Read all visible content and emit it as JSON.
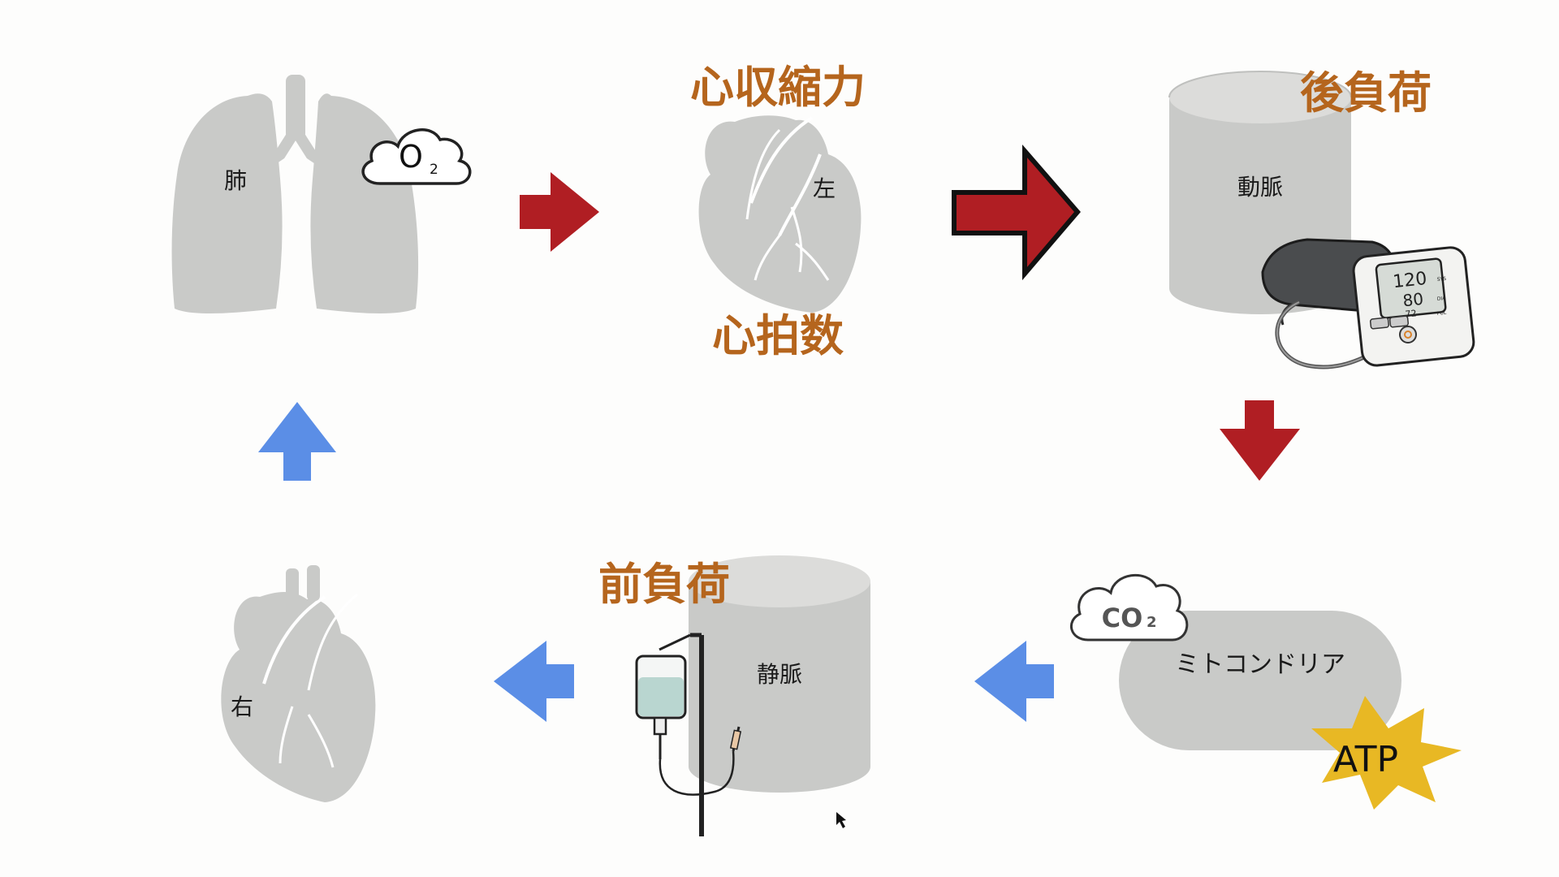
{
  "colors": {
    "organ": "#c9cac8",
    "vessel_line": "#ffffff",
    "red_arrow": "#b01e23",
    "blue_arrow": "#5b8ee6",
    "orange_text": "#b5651d",
    "label_text": "#1a1a1a",
    "atp_star": "#e8b824"
  },
  "icons": {
    "lungs": "lungs-icon",
    "left_heart": "heart-icon",
    "right_heart": "heart-icon",
    "artery": "cylinder-icon",
    "vein": "cylinder-icon",
    "mitochondria": "capsule-icon",
    "bp_monitor": "blood-pressure-monitor-icon",
    "iv_bag": "iv-drip-icon",
    "o2_cloud": "cloud-icon",
    "co2_cloud": "cloud-icon",
    "atp_star": "starburst-icon"
  },
  "labels": {
    "lungs": "肺",
    "o2_main": "O",
    "o2_sub": "2",
    "left_heart": "左",
    "contractility": "心収縮力",
    "heart_rate": "心拍数",
    "artery": "動脈",
    "afterload": "後負荷",
    "mitochondria": "ミトコンドリア",
    "co2_main": "CO",
    "co2_sub": "2",
    "atp": "ATP",
    "vein": "静脈",
    "preload": "前負荷",
    "right_heart": "右",
    "bp_sys": "120",
    "bp_dia": "80",
    "bp_pulse": "72",
    "bp_sys_unit": "SYS",
    "bp_dia_unit": "DIA",
    "bp_pul_unit": "PUL"
  },
  "flow": [
    {
      "from": "肺",
      "to": "左",
      "color": "red"
    },
    {
      "from": "左",
      "to": "動脈",
      "color": "red"
    },
    {
      "from": "動脈",
      "to": "ミトコンドリア",
      "color": "red"
    },
    {
      "from": "ミトコンドリア",
      "to": "静脈",
      "color": "blue"
    },
    {
      "from": "静脈",
      "to": "右",
      "color": "blue"
    },
    {
      "from": "右",
      "to": "肺",
      "color": "blue"
    }
  ]
}
